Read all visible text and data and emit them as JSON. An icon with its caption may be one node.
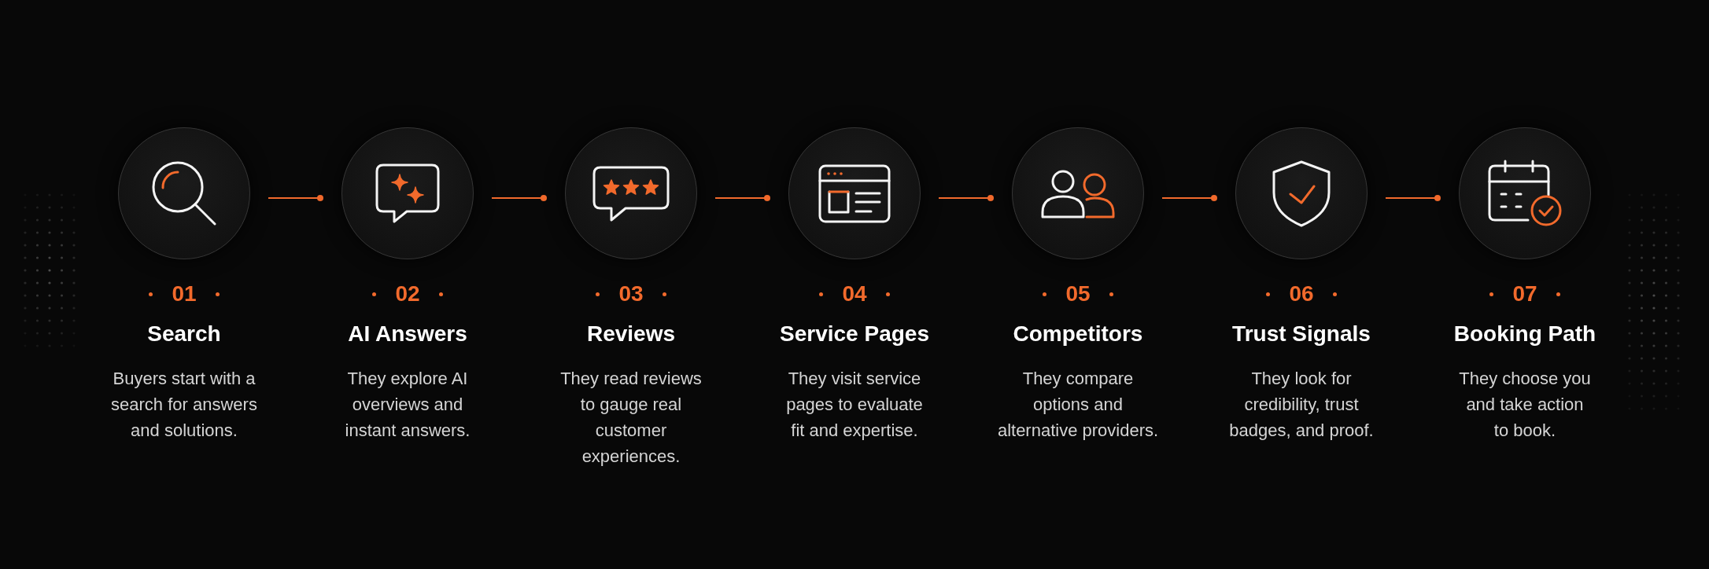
{
  "diagram": {
    "nodes": [
      {
        "text": [
          "01",
          "Search",
          "Buyers start with a search for answers and solutions."
        ]
      },
      {
        "text": [
          "02",
          "AI Answers",
          "They explore AI overviews and instant answers."
        ]
      },
      {
        "text": [
          "03",
          "Reviews",
          "They read reviews to gauge real customer experiences."
        ]
      },
      {
        "text": [
          "04",
          "Service Pages",
          "They visit service pages to evaluate fit and expertise."
        ]
      },
      {
        "text": [
          "05",
          "Competitors",
          "They compare options and alternative providers."
        ]
      },
      {
        "text": [
          "06",
          "Trust Signals",
          "They look for credibility, trust badges, and proof."
        ]
      },
      {
        "text": [
          "07",
          "Booking Path",
          "They choose you and take action to book."
        ]
      }
    ],
    "edges": [
      {
        "from": 0,
        "to": 1,
        "arrow": "other"
      },
      {
        "from": 1,
        "to": 2,
        "arrow": "other"
      },
      {
        "from": 2,
        "to": 3,
        "arrow": "other"
      },
      {
        "from": 3,
        "to": 4,
        "arrow": "other"
      },
      {
        "from": 4,
        "to": 5,
        "arrow": "other"
      },
      {
        "from": 5,
        "to": 6,
        "arrow": "other"
      }
    ]
  }
}
